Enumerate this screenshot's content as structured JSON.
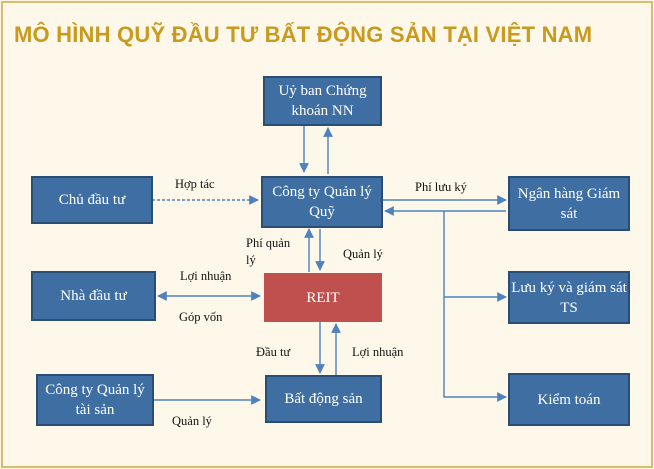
{
  "title": "MÔ HÌNH QUỸ ĐẦU TƯ BẤT ĐỘNG SẢN TẠI VIỆT NAM",
  "colors": {
    "box_fill": "#3f6fa2",
    "box_border": "#2a4d74",
    "reit_fill": "#c0504d",
    "title": "#c99a1e",
    "frame_border": "#d9bd6e",
    "arrow": "#4f81bd"
  },
  "nodes": {
    "ubck": "Uỷ ban Chứng khoán NN",
    "ctql_quy": "Công ty Quản lý Quỹ",
    "chu_dau_tu": "Chủ đầu tư",
    "ngan_hang": "Ngân hàng Giám sát",
    "nha_dau_tu": "Nhà đầu tư",
    "reit": "REIT",
    "luu_ky": "Lưu ký và giám sát TS",
    "ctql_ts": "Công ty Quản lý tài sản",
    "bds": "Bất động sản",
    "kiem_toan": "Kiểm toán"
  },
  "edge_labels": {
    "hop_tac": "Hợp tác",
    "phi_luu_ky": "Phí lưu ký",
    "phi_quan_ly": "Phí quản lý",
    "quan_ly_reit": "Quản lý",
    "loi_nhuan_ndt": "Lợi nhuận",
    "gop_von": "Góp vốn",
    "dau_tu": "Đầu tư",
    "loi_nhuan_bds": "Lợi nhuận",
    "quan_ly_ts": "Quản lý"
  }
}
